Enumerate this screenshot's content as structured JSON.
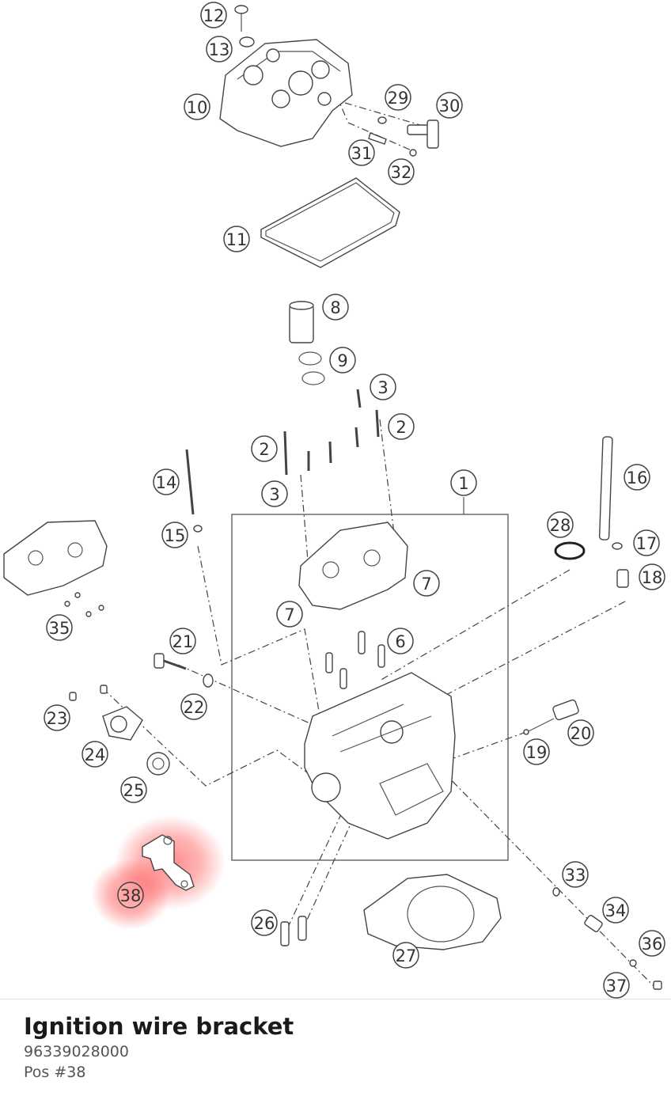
{
  "part": {
    "name": "Ignition wire bracket",
    "number": "96339028000",
    "position": "Pos #38"
  },
  "highlight_color": "#ff2a2a",
  "callouts": [
    "1",
    "2",
    "2",
    "3",
    "3",
    "6",
    "7",
    "7",
    "8",
    "9",
    "10",
    "11",
    "12",
    "13",
    "14",
    "15",
    "16",
    "17",
    "18",
    "19",
    "20",
    "21",
    "22",
    "23",
    "24",
    "25",
    "26",
    "27",
    "28",
    "29",
    "30",
    "31",
    "32",
    "33",
    "34",
    "35",
    "36",
    "37",
    "38"
  ]
}
